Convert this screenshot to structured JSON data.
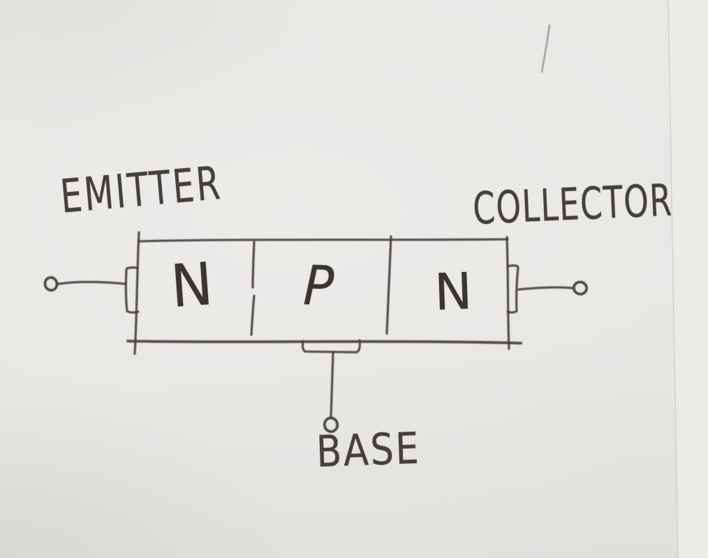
{
  "labels": {
    "emitter": "EMITTER",
    "collector": "COLLECTOR",
    "base": "BASE"
  },
  "regions": [
    {
      "label": "N"
    },
    {
      "label": "P"
    },
    {
      "label": "N"
    }
  ],
  "colors": {
    "ink": "#45413d",
    "ink-text": "#44403c",
    "ink-strong": "#39352f",
    "paper": "#e9e7e4",
    "paper-right": "#edebe8",
    "seam": "#cbc9c5"
  }
}
